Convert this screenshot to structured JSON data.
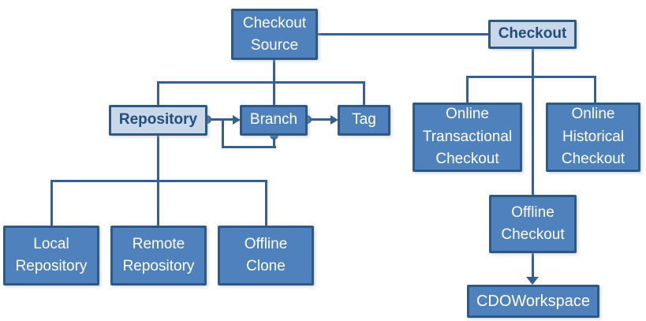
{
  "diagram": {
    "nodes": {
      "checkout_source": {
        "label": "Checkout\nSource",
        "style": "dark"
      },
      "checkout": {
        "label": "Checkout",
        "style": "light"
      },
      "repository": {
        "label": "Repository",
        "style": "light"
      },
      "branch": {
        "label": "Branch",
        "style": "dark"
      },
      "tag": {
        "label": "Tag",
        "style": "dark"
      },
      "online_transactional": {
        "label": "Online\nTransactional\nCheckout",
        "style": "dark"
      },
      "online_historical": {
        "label": "Online\nHistorical\nCheckout",
        "style": "dark"
      },
      "offline_checkout": {
        "label": "Offline\nCheckout",
        "style": "dark"
      },
      "cdo_workspace": {
        "label": "CDOWorkspace",
        "style": "dark"
      },
      "local_repository": {
        "label": "Local\nRepository",
        "style": "dark"
      },
      "remote_repository": {
        "label": "Remote\nRepository",
        "style": "dark"
      },
      "offline_clone": {
        "label": "Offline\nClone",
        "style": "dark"
      }
    },
    "edges": [
      {
        "from": "checkout_source",
        "to": "checkout",
        "type": "plain-link"
      },
      {
        "from": "checkout_source",
        "to": "repository",
        "type": "tree-child"
      },
      {
        "from": "checkout_source",
        "to": "branch",
        "type": "tree-child"
      },
      {
        "from": "checkout_source",
        "to": "tag",
        "type": "tree-child"
      },
      {
        "from": "repository",
        "to": "branch",
        "type": "dot-arrow"
      },
      {
        "from": "branch",
        "to": "tag",
        "type": "dot-arrow"
      },
      {
        "from": "branch",
        "to": "branch",
        "type": "dot-arrow-self-loop"
      },
      {
        "from": "repository",
        "to": "local_repository",
        "type": "tree-child"
      },
      {
        "from": "repository",
        "to": "remote_repository",
        "type": "tree-child"
      },
      {
        "from": "repository",
        "to": "offline_clone",
        "type": "tree-child"
      },
      {
        "from": "checkout",
        "to": "online_transactional",
        "type": "tree-child"
      },
      {
        "from": "checkout",
        "to": "online_historical",
        "type": "tree-child"
      },
      {
        "from": "checkout",
        "to": "offline_checkout",
        "type": "tree-child"
      },
      {
        "from": "offline_checkout",
        "to": "cdo_workspace",
        "type": "solid-arrow"
      }
    ]
  },
  "colors": {
    "node_fill_dark": "#4F81BD",
    "node_fill_light": "#C9D7EB",
    "node_border": "#2E5984",
    "connector": "#376092",
    "text_on_dark": "#FFFFFF",
    "text_on_light": "#1F4E79",
    "background": "#FFFFFF"
  }
}
